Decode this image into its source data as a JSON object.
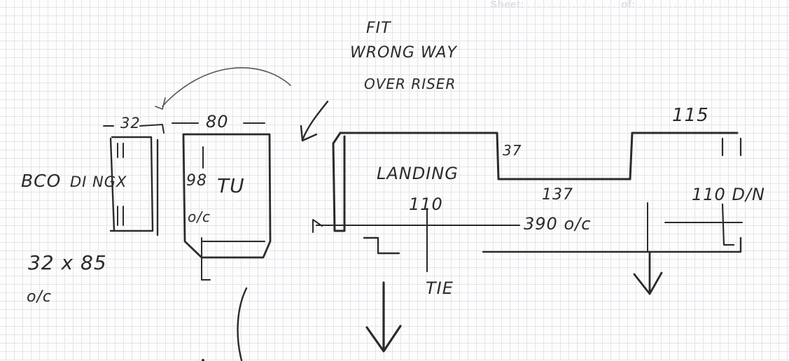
{
  "header": {
    "sheet_label": "Sheet:",
    "of_label": "of:"
  },
  "annotations": {
    "fit_wrong_way": [
      "FIT",
      "WRONG WAY",
      "OVER RISER"
    ],
    "dim_32": "32",
    "dim_80": "80",
    "bco": "BCO",
    "di_ng": "DI NGX",
    "dim_98": "98",
    "tu": "TU",
    "oc_small": "o/c",
    "size_32x85": "32 x 85",
    "oc_bottom": "o/c",
    "landing": "LANDING",
    "dim_110_center": "110",
    "dim_37": "37",
    "dim_137": "137",
    "dim_390": "390 o/c",
    "dim_115": "115",
    "dim_110_dn": "110 D/N",
    "tie": "TIE"
  },
  "colors": {
    "ink": "#2b2b2b",
    "grid": "#e3e5ea",
    "grid_major": "#cfd3da",
    "paper": "#fdfdfd"
  }
}
